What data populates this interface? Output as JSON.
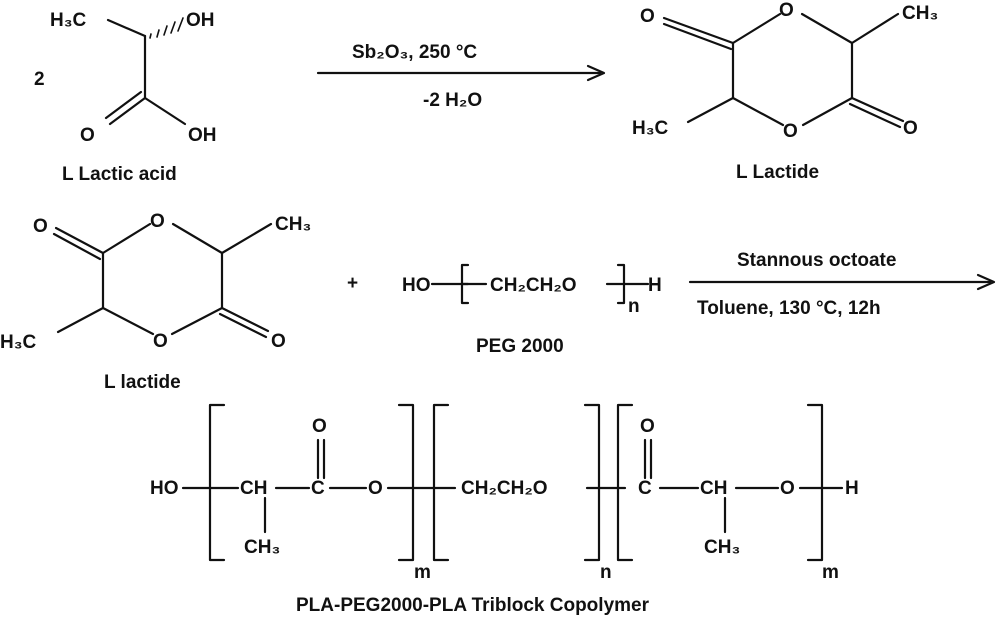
{
  "reaction1": {
    "coefficient": "2",
    "reactant_name": "L Lactic acid",
    "conditions_top": "Sb₂O₃,   250 °C",
    "conditions_bottom": "-2 H₂O",
    "product_name": "L Lactide"
  },
  "reaction2": {
    "plus": "+",
    "lactide_name": "L lactide",
    "peg_name": "PEG 2000",
    "conditions_top": "Stannous octoate",
    "conditions_bottom": "Toluene, 130 °C, 12h"
  },
  "product": {
    "name": "PLA-PEG2000-PLA Triblock Copolymer",
    "subscript_left": "m",
    "subscript_mid": "n",
    "subscript_right": "m"
  },
  "atoms": {
    "oh": "OH",
    "ho": "HO",
    "o": "O",
    "h": "H",
    "c": "C",
    "ch": "CH",
    "ch3": "CH₃",
    "h3c": "H₃C",
    "peg_unit": "CH₂CH₂O",
    "n": "n"
  }
}
